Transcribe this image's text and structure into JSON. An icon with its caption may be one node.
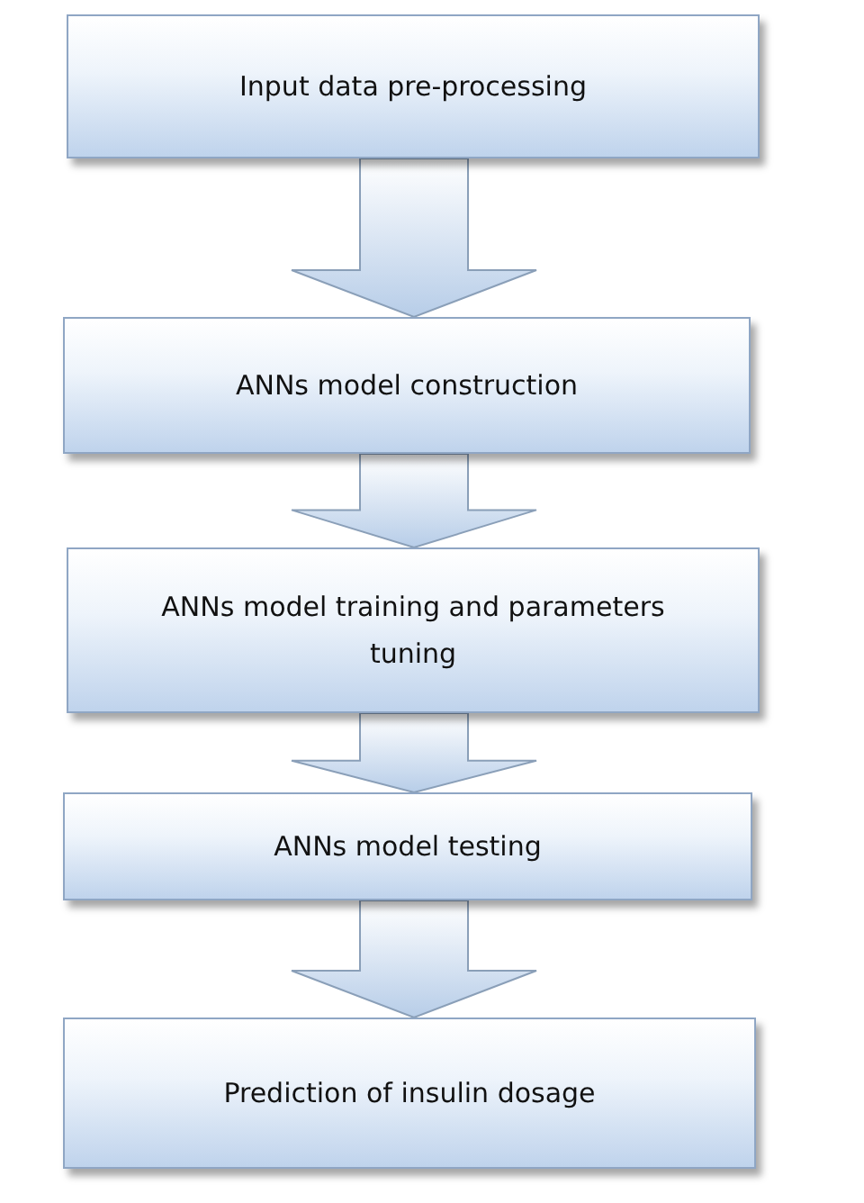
{
  "diagram": {
    "nodes": [
      {
        "text": [
          "Input data pre-processing"
        ]
      },
      {
        "text": [
          "ANNs model construction"
        ]
      },
      {
        "text": [
          "ANNs model training and parameters tuning"
        ]
      },
      {
        "text": [
          "ANNs model testing"
        ]
      },
      {
        "text": [
          "Prediction of insulin dosage"
        ]
      }
    ],
    "edges": [
      {
        "from": 0,
        "to": 1,
        "arrow": "to"
      },
      {
        "from": 1,
        "to": 2,
        "arrow": "to"
      },
      {
        "from": 2,
        "to": 3,
        "arrow": "to"
      },
      {
        "from": 3,
        "to": 4,
        "arrow": "to"
      }
    ]
  }
}
